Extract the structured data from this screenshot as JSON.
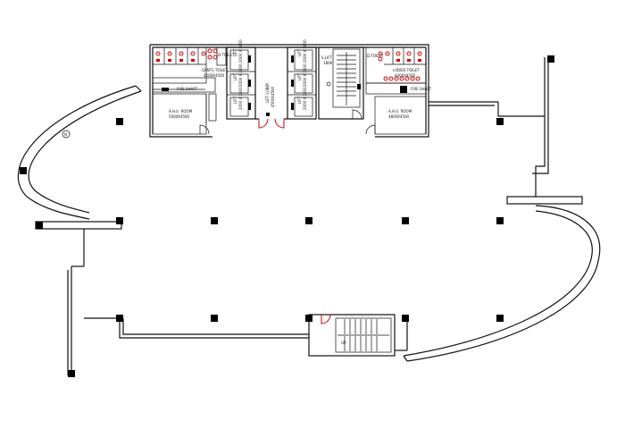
{
  "labels": {
    "gents_toilet": "GENTS TOILET",
    "gents_toilet_size": "4200X4500",
    "ladies_toilet": "LADIES TOILET",
    "ladies_toilet_size": "4400X4500",
    "ahu_room_left": "A.H.U. ROOM",
    "ahu_room_left_size": "5400X4500",
    "ahu_room_right": "A.H.U. ROOM",
    "ahu_room_right_size": "4800X4500",
    "lift_lobby": "LIFT LOBBY",
    "lift_lobby_size": "4500X4500",
    "lift_a": "LIFT",
    "lift_a_size": "2000 X 2600",
    "lift_b": "LIFT",
    "lift_b_size": "2000 X 2600",
    "lift_c": "LIFT",
    "lift_c_size": "2000 X 2600",
    "lift_d": "LIFT",
    "lift_d_size": "2000 X 2600",
    "lift_e": "LIFT",
    "lift_e_size": "2000 X 2600",
    "lift_f": "LIFT",
    "lift_f_size": "2000 X 2600",
    "shaft": "S.LIFT",
    "shaft_size": "1800",
    "fire_shaft_left": "FIRE SHAFT",
    "fire_shaft_right": "FIRE SHAFT",
    "duct_left": "D.TOILET",
    "duct_right": "D.TOILET",
    "stair_up": "UP",
    "north": "N"
  },
  "colors": {
    "walls": "#111111",
    "fixtures": "#d40000",
    "columns": "#000000"
  }
}
